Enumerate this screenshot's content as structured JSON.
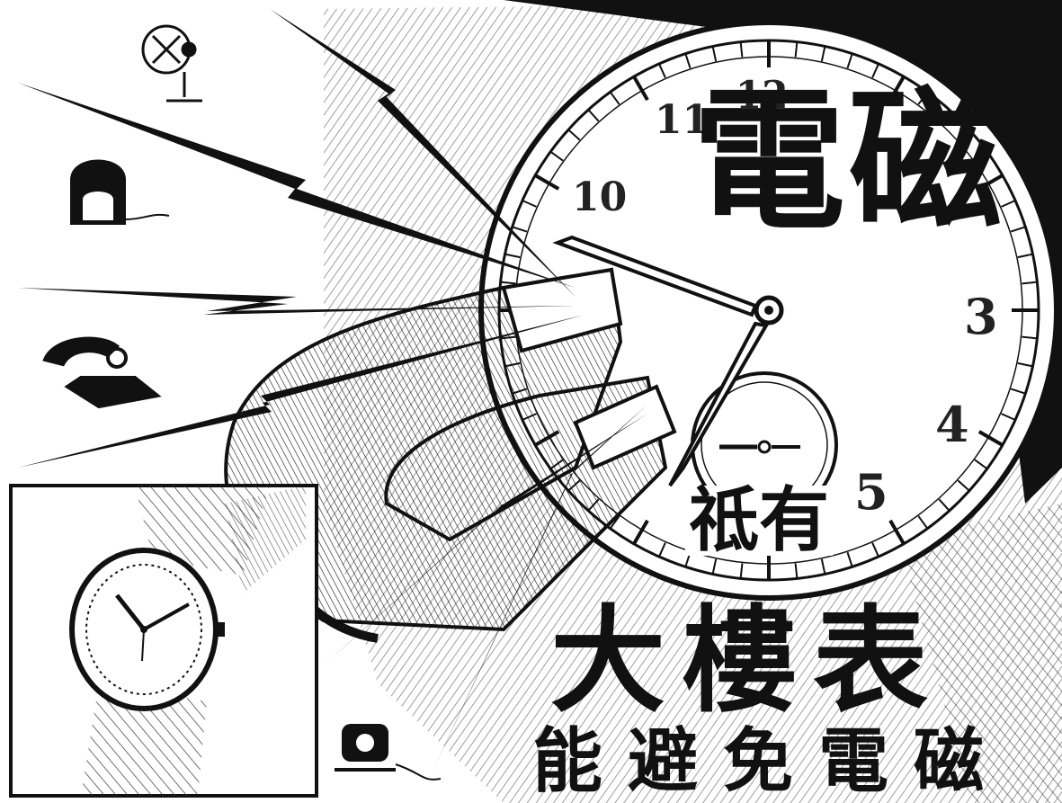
{
  "headline": {
    "line1": "電磁",
    "line2": "祗有",
    "line3": "大樓表",
    "line4": "能避免電磁"
  },
  "dial": {
    "numerals": [
      "12",
      "11",
      "10",
      "3",
      "4",
      "5"
    ]
  },
  "colors": {
    "ink": "#111111",
    "paper": "#ffffff"
  },
  "icons": [
    "fan-icon",
    "radio-icon",
    "telephone-icon",
    "motor-icon"
  ]
}
